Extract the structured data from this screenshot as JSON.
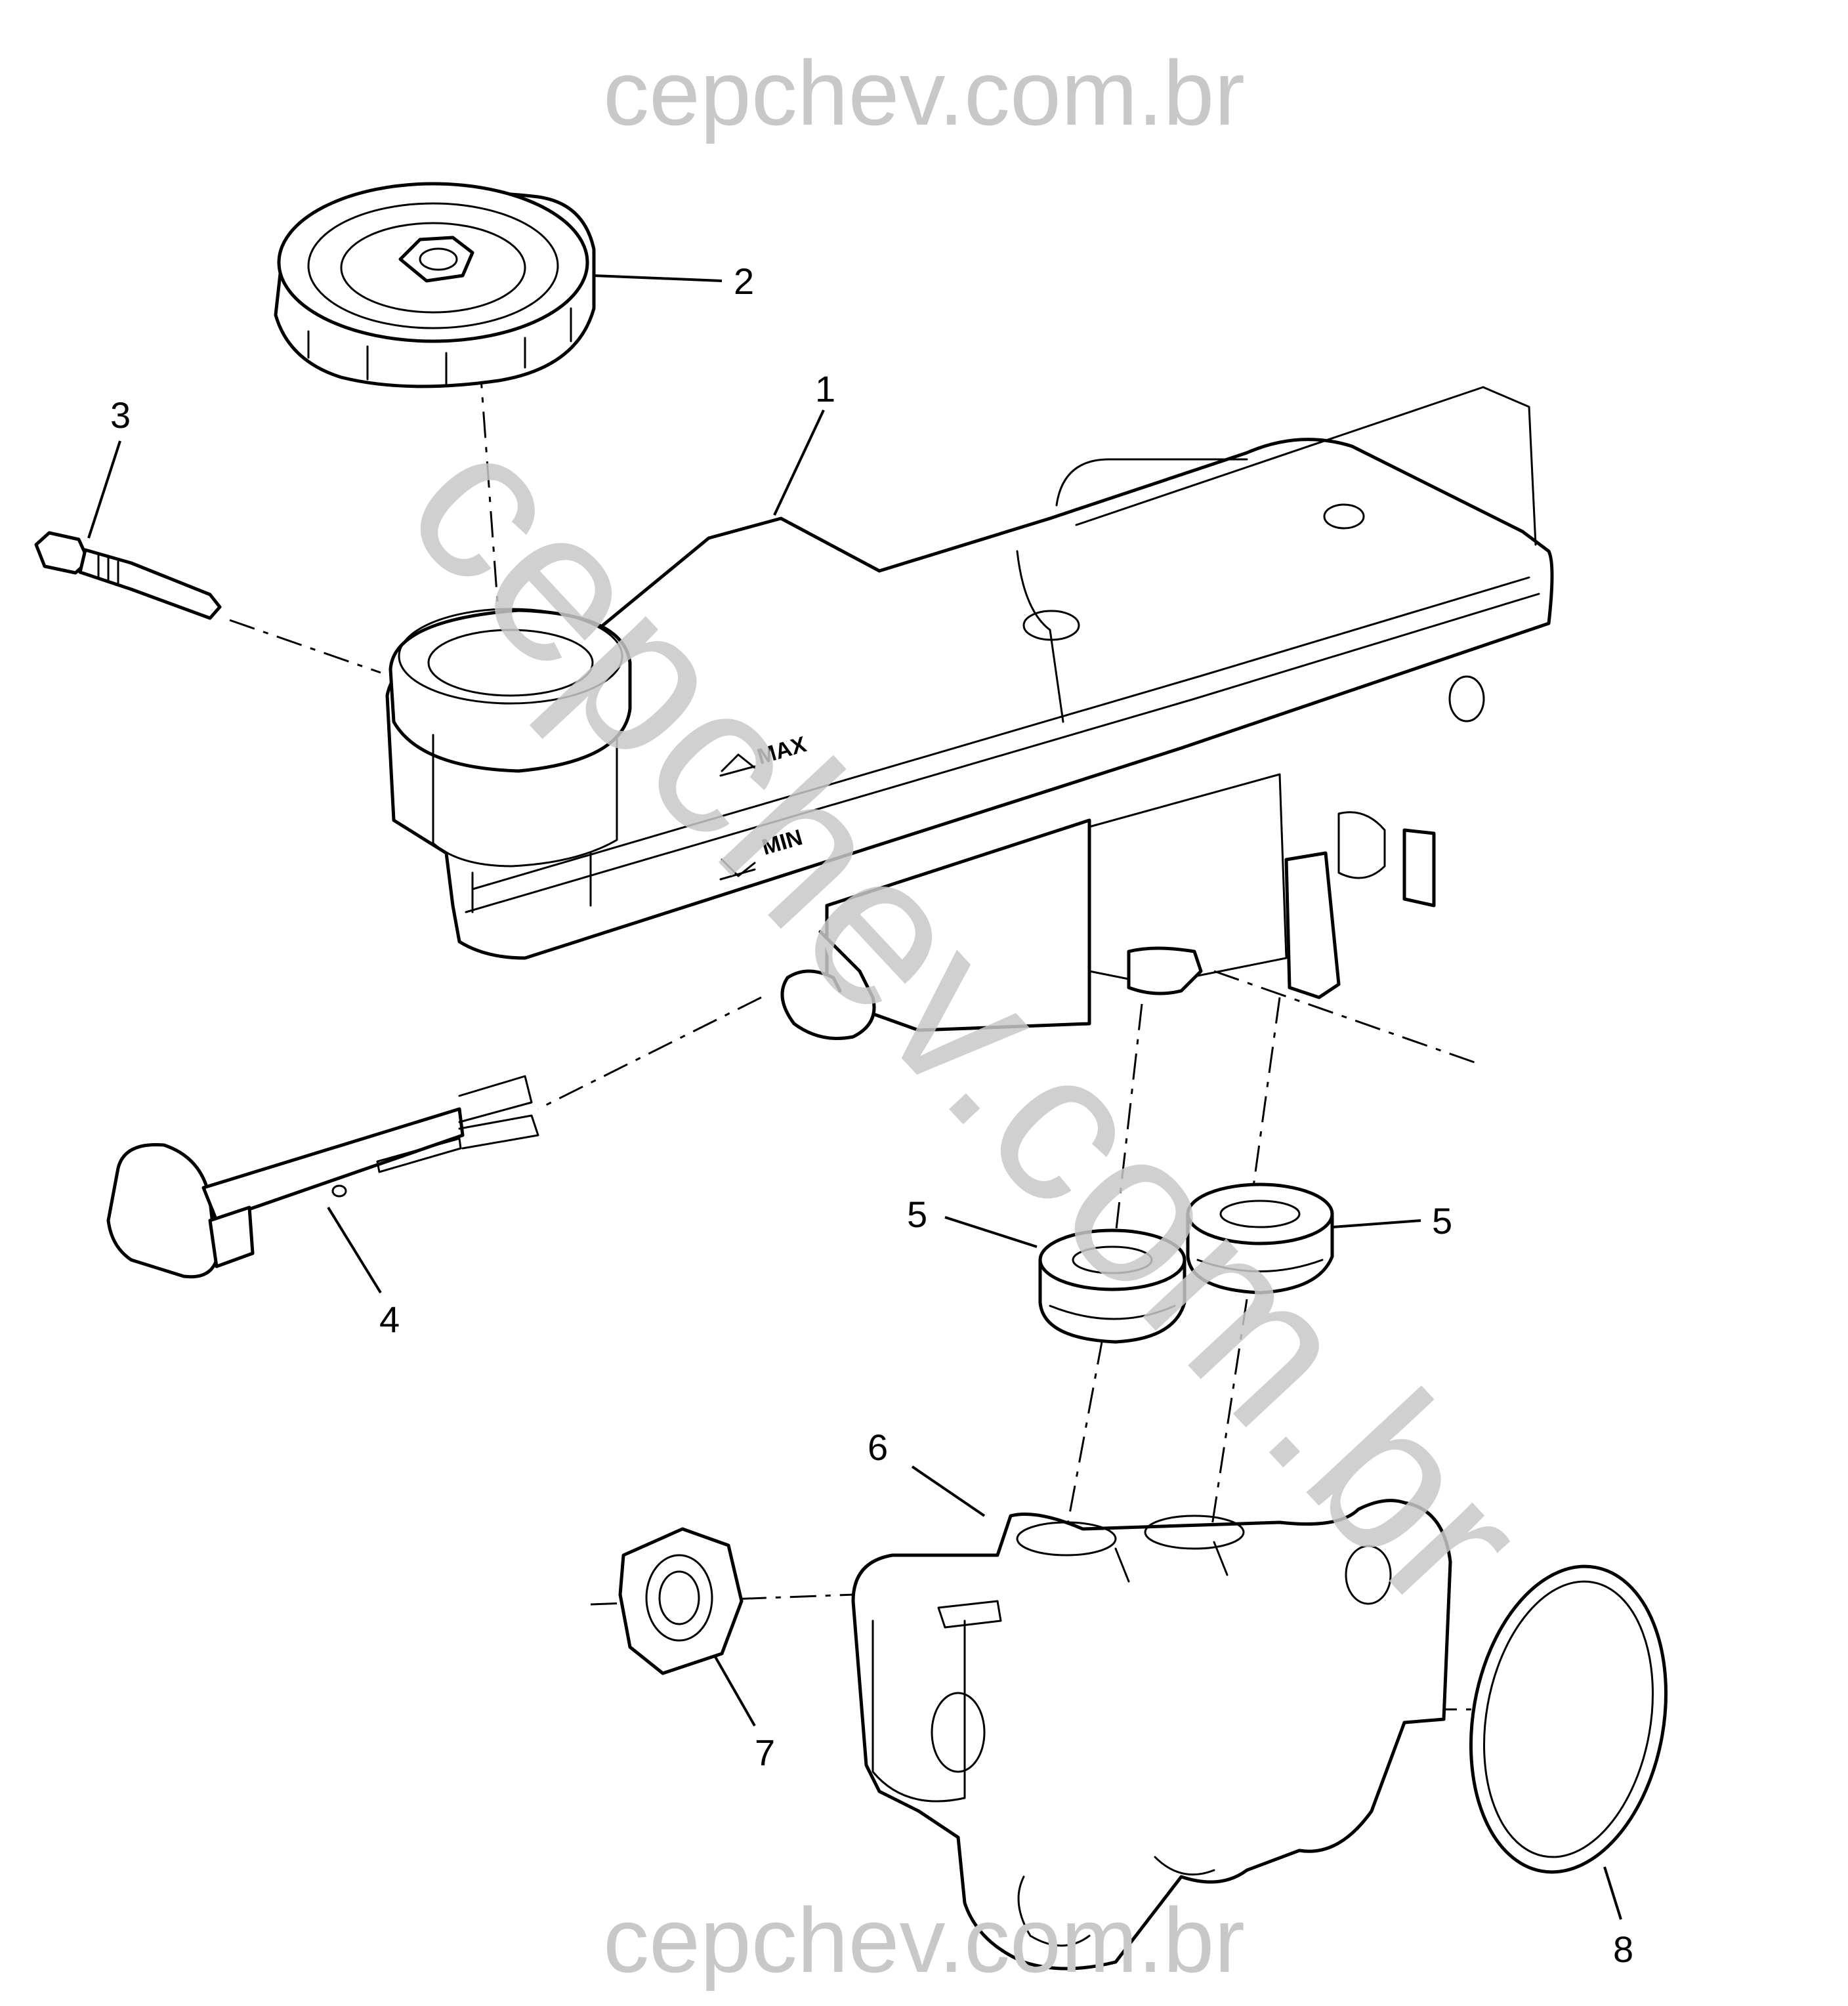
{
  "watermark": {
    "top": "cepchev.com.br",
    "diagonal": "cepchev.com.br",
    "bottom": "cepchev.com.br"
  },
  "reservoir_markings": {
    "max": "MAX",
    "min": "MIN"
  },
  "callouts": [
    {
      "id": "1",
      "label": "1"
    },
    {
      "id": "2",
      "label": "2"
    },
    {
      "id": "3",
      "label": "3"
    },
    {
      "id": "4",
      "label": "4"
    },
    {
      "id": "5a",
      "label": "5"
    },
    {
      "id": "5b",
      "label": "5"
    },
    {
      "id": "6",
      "label": "6"
    },
    {
      "id": "7",
      "label": "7"
    },
    {
      "id": "8",
      "label": "8"
    }
  ]
}
